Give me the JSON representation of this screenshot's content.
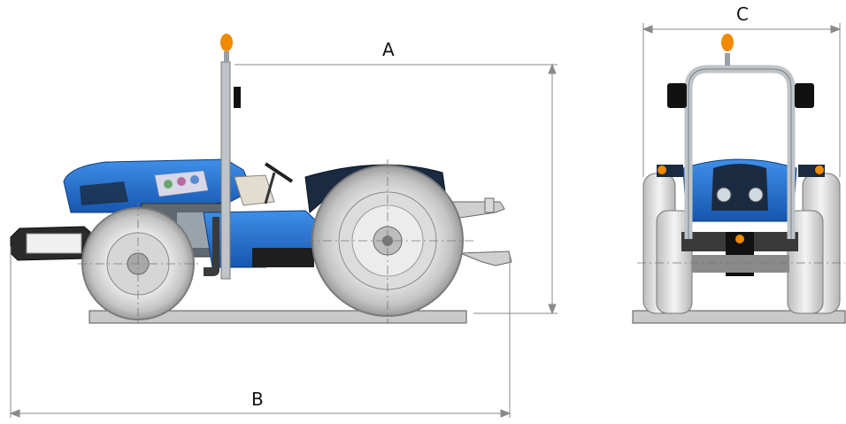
{
  "dimensions": {
    "a_label": "A",
    "b_label": "B",
    "c_label": "C"
  },
  "colors": {
    "body_blue": "#1f6fd1",
    "body_dark": "#1a2a40",
    "tire_light": "#e6e6e6",
    "tire_mid": "#bdbdbd",
    "beacon": "#f08a00",
    "ground": "#c9c9c9",
    "dim_line": "#8a8a8a"
  },
  "views": [
    "side-view",
    "front-view"
  ]
}
